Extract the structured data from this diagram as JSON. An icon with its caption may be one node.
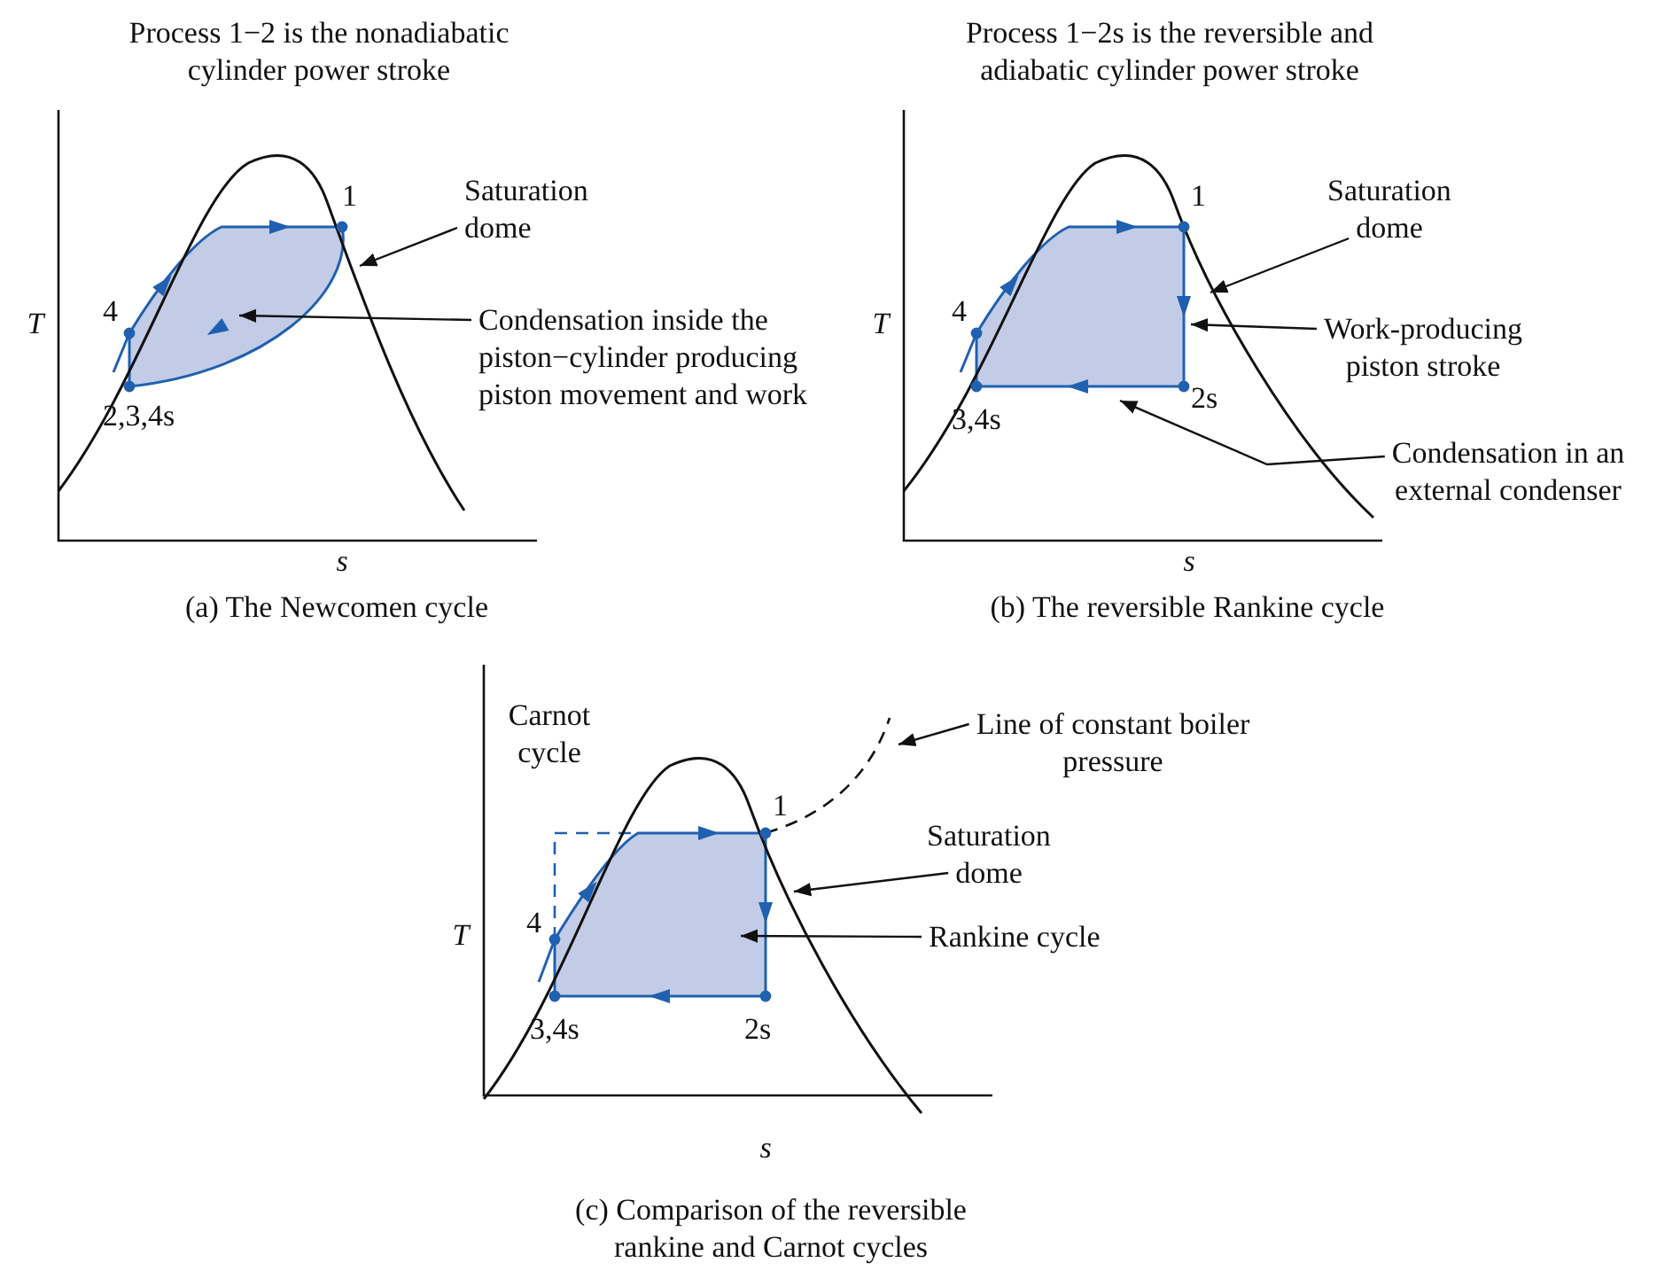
{
  "diagram": {
    "nodes": [
      {
        "text": [
          "Saturation dome"
        ]
      },
      {
        "text": [
          "Condensation inside the piston−cylinder producing piston movement and work"
        ]
      },
      {
        "text": [
          "Saturation dome"
        ]
      },
      {
        "text": [
          "Work-producing piston stroke"
        ]
      },
      {
        "text": [
          "Condensation in an external condenser"
        ]
      },
      {
        "text": [
          "Line of constant boiler pressure"
        ]
      },
      {
        "text": [
          "Saturation dome"
        ]
      },
      {
        "text": [
          "Rankine cycle"
        ]
      }
    ],
    "edges": [
      {
        "from": 0,
        "to": null,
        "arrow": "to"
      },
      {
        "from": 1,
        "to": null,
        "arrow": "to"
      },
      {
        "from": 2,
        "to": null,
        "arrow": "to"
      },
      {
        "from": 3,
        "to": null,
        "arrow": "to"
      },
      {
        "from": 4,
        "to": null,
        "arrow": "to"
      },
      {
        "from": 5,
        "to": null,
        "arrow": "to"
      },
      {
        "from": 6,
        "to": null,
        "arrow": "to"
      },
      {
        "from": 7,
        "to": null,
        "arrow": "to"
      }
    ],
    "labels": [
      "Process 1−2 is the nonadiabatic cylinder power stroke",
      "Process 1−2s is the reversible and adiabatic cylinder power stroke",
      "T",
      "1",
      "4",
      "2,3,4s",
      "s",
      "(a) The Newcomen cycle",
      "T",
      "1",
      "4",
      "3,4s",
      "2s",
      "s",
      "(b) The reversible Rankine cycle",
      "Carnot cycle",
      "T",
      "1",
      "4",
      "3,4s",
      "2s",
      "s",
      "(c) Comparison of the reversible rankine and Carnot cycles"
    ]
  }
}
